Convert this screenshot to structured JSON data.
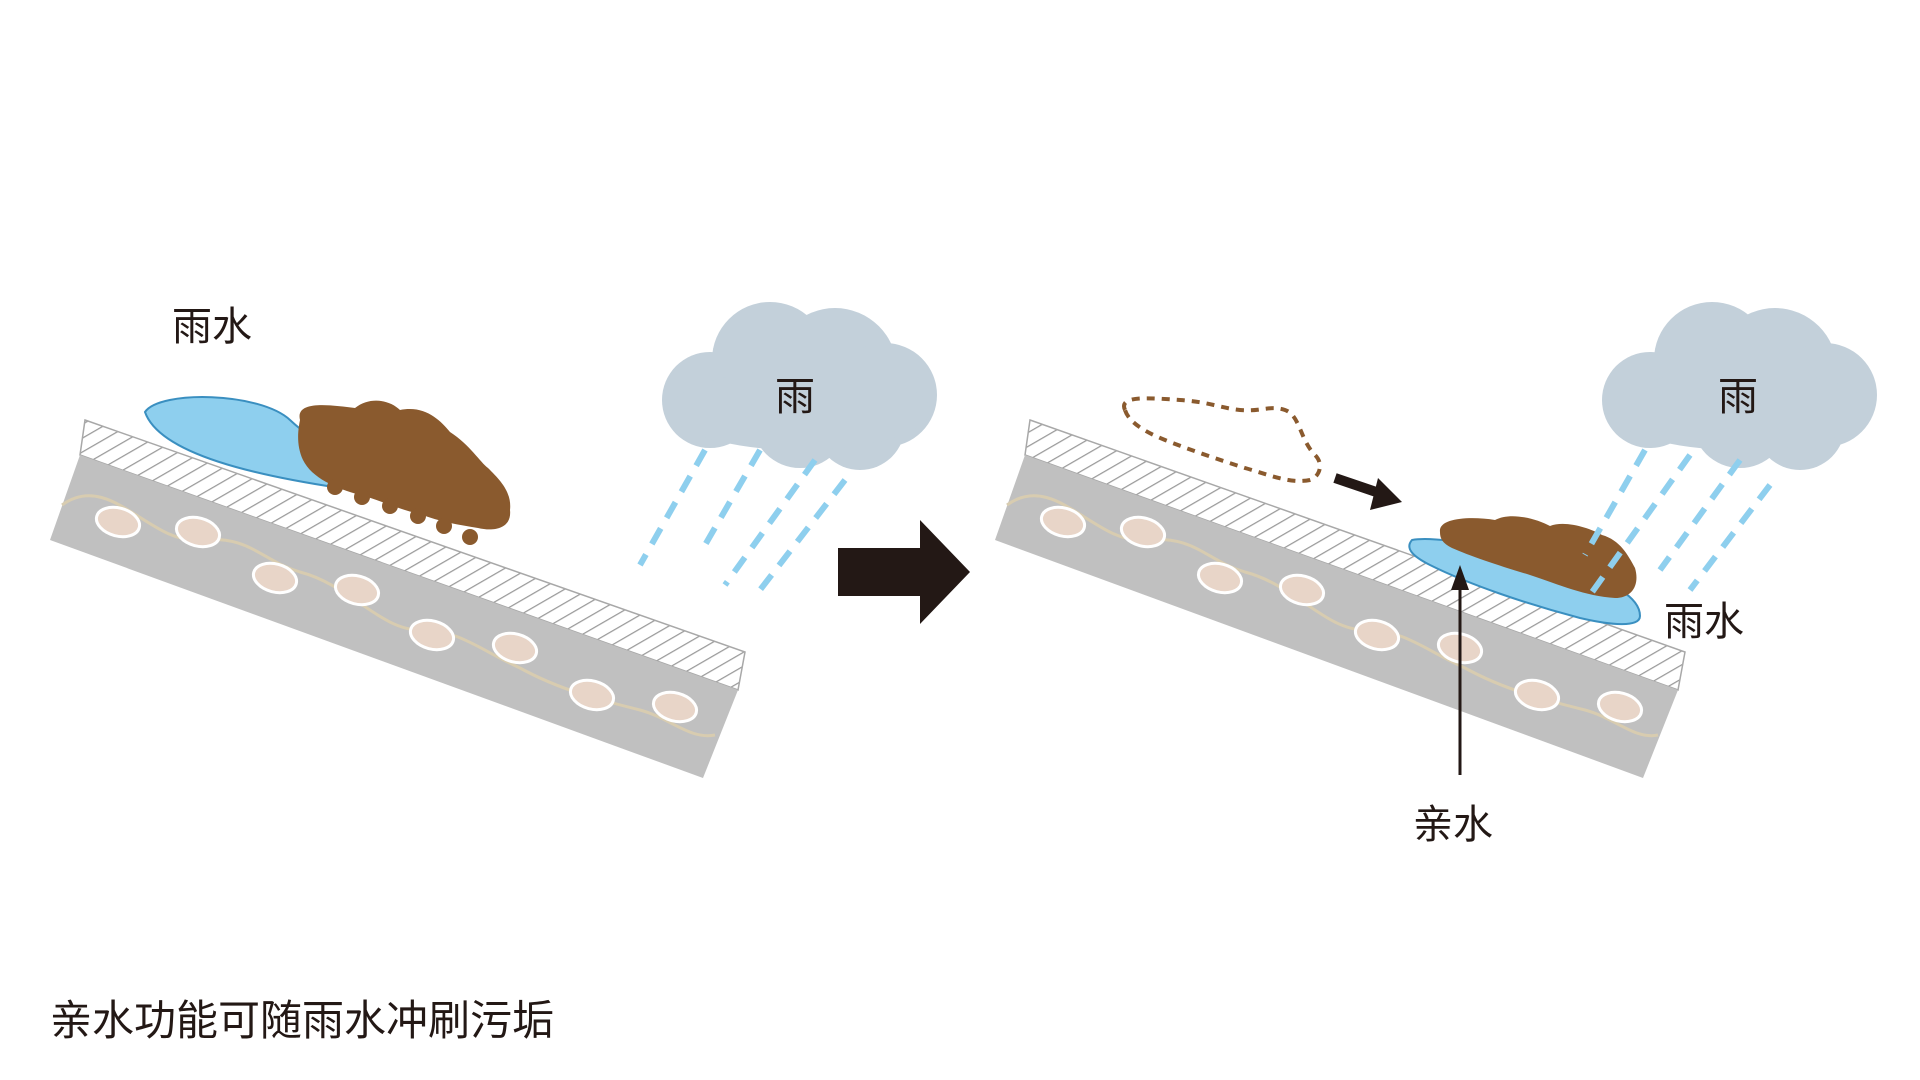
{
  "left_panel": {
    "rainwater_label": "雨水",
    "cloud_label": "雨"
  },
  "right_panel": {
    "rainwater_label": "雨水",
    "cloud_label": "雨",
    "hydrophilic_label": "亲水"
  },
  "caption": "亲水功能可随雨水冲刷污垢",
  "colors": {
    "water": "#8ecfee",
    "dirt": "#8a5a2e",
    "cloud": "#c3d0da",
    "rain": "#8ecfee",
    "panel": "#c0c0c0",
    "pebble": "#e8d5c8",
    "arrow": "#231815"
  }
}
